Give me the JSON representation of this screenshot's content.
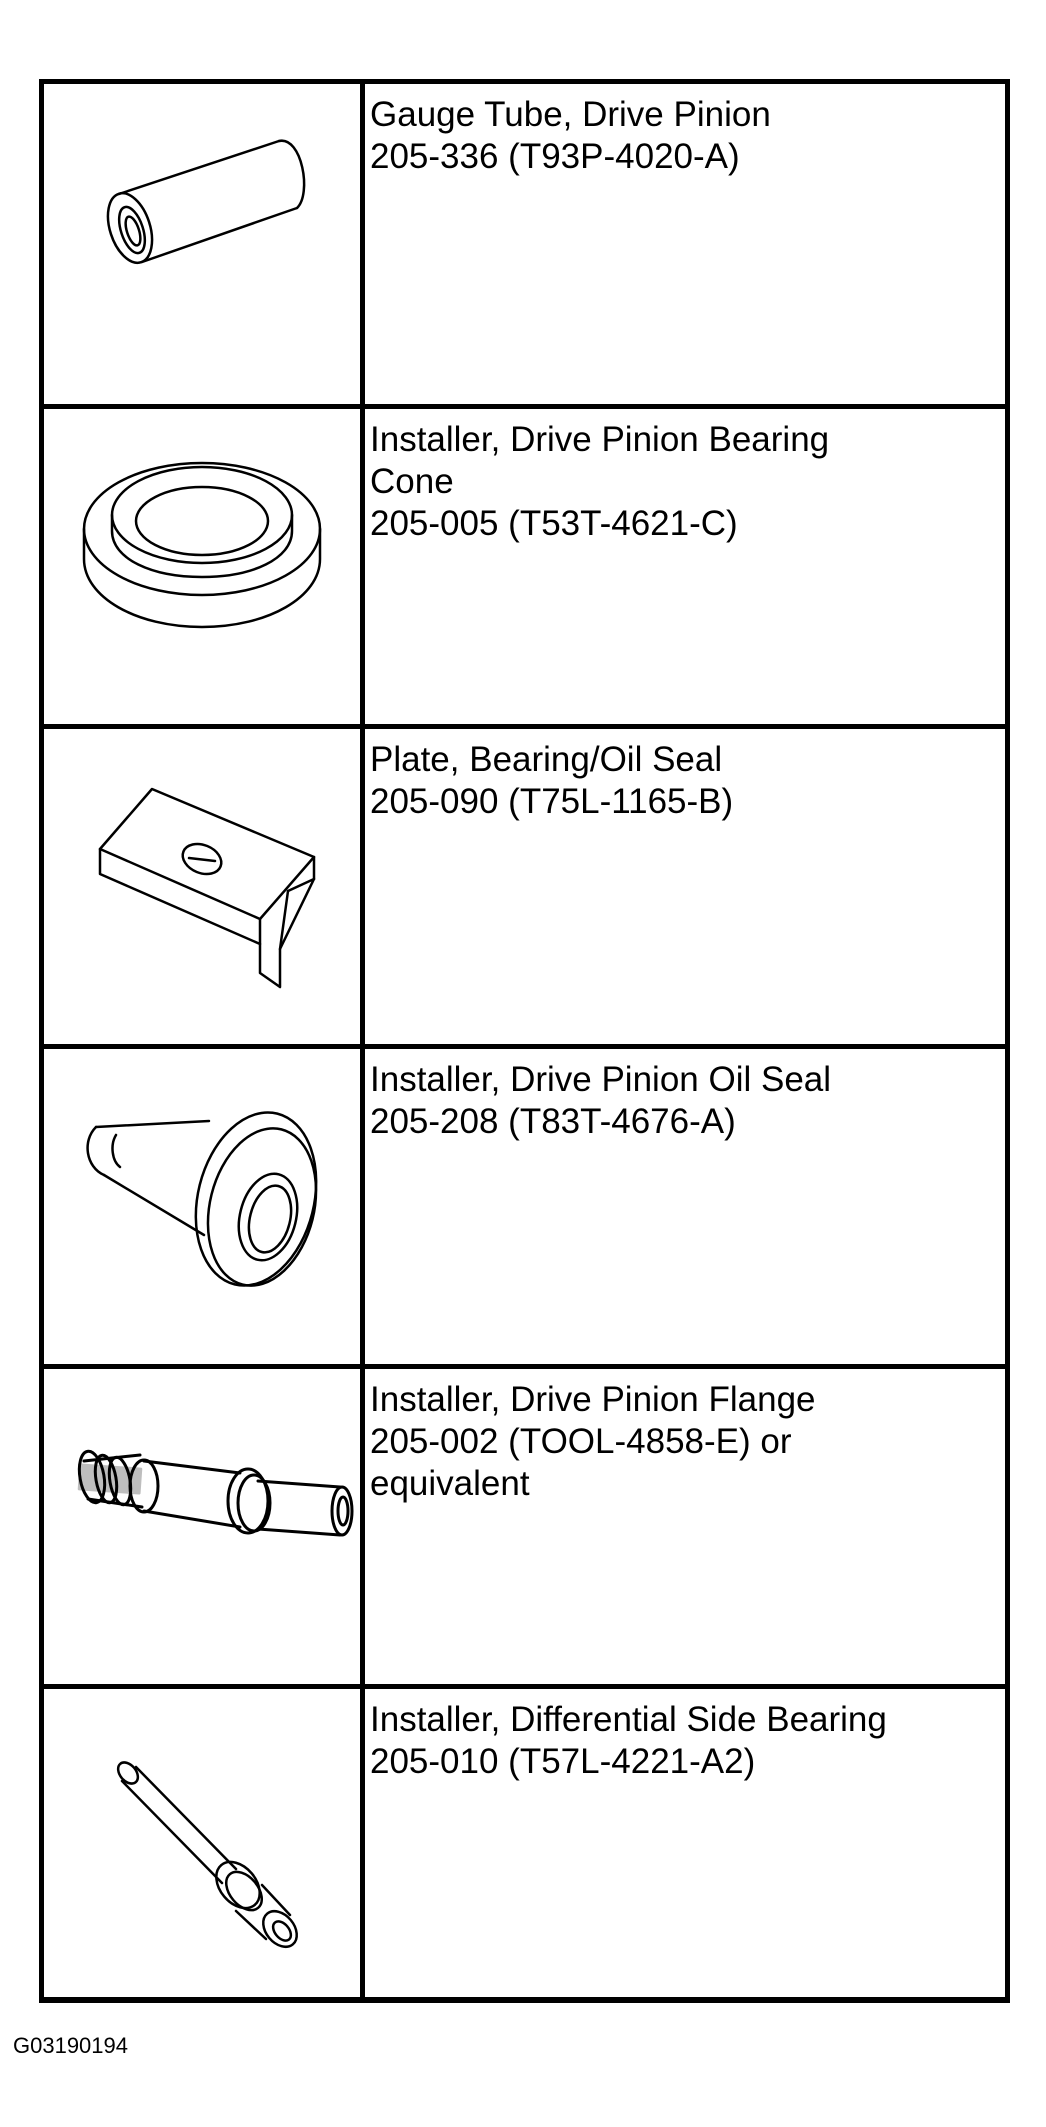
{
  "tools": [
    {
      "text": "Gauge Tube, Drive Pinion\n205-336 (T93P-4020-A)",
      "icon": "gauge-tube-icon"
    },
    {
      "text": "Installer, Drive Pinion Bearing\nCone\n205-005 (T53T-4621-C)",
      "icon": "bearing-cone-installer-icon"
    },
    {
      "text": "Plate, Bearing/Oil Seal\n205-090 (T75L-1165-B)",
      "icon": "seal-plate-icon"
    },
    {
      "text": "Installer, Drive Pinion Oil Seal\n205-208 (T83T-4676-A)",
      "icon": "oil-seal-installer-icon"
    },
    {
      "text": "Installer, Drive Pinion Flange\n205-002 (TOOL-4858-E) or\nequivalent",
      "icon": "flange-installer-icon"
    },
    {
      "text": "Installer, Differential Side Bearing\n205-010 (T57L-4221-A2)",
      "icon": "side-bearing-installer-icon"
    }
  ],
  "figure_id": "G03190194"
}
